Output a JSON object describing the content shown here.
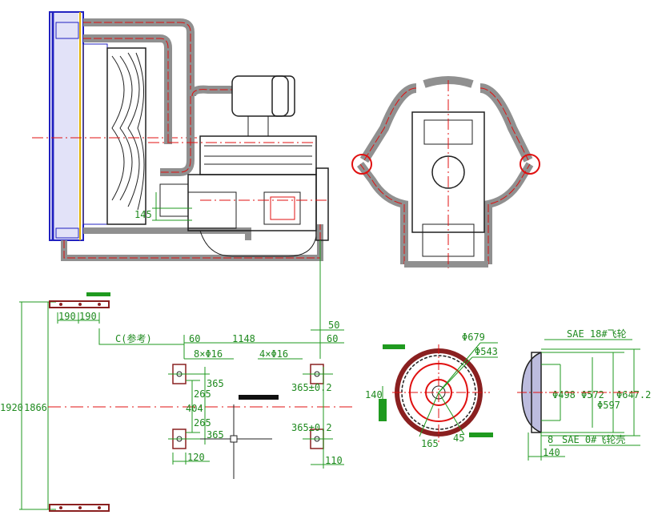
{
  "labels": {
    "dim_145": "145",
    "dim_50": "50",
    "dim_60_right": "60",
    "dim_190_a": "190",
    "dim_190_b": "190",
    "ref_c": "C(参考)",
    "dim_60": "60",
    "dim_1148": "1148",
    "holes_8": "8×Φ16",
    "holes_4": "4×Φ16",
    "dim_365_a": "365",
    "dim_265_a": "265",
    "dim_404": "404",
    "dim_265_b": "265",
    "dim_365_b": "365",
    "dim_120": "120",
    "dim_365_tol_a": "365±0.2",
    "dim_365_tol_b": "365±0.2",
    "dim_110": "110",
    "dim_1920": "1920",
    "dim_1866": "1866",
    "dia_679": "Φ679",
    "dia_543": "Φ543",
    "dim_140_left": "140",
    "dim_165": "165",
    "dim_45": "45",
    "sae_flywheel": "SAE 18#飞轮",
    "dia_498": "Φ498",
    "dia_572": "Φ572",
    "dia_647": "Φ647.2",
    "dia_597": "Φ597",
    "sae_housing": "SAE 0#飞轮壳",
    "dim_8": "8",
    "dim_140_right": "140"
  },
  "colors": {
    "dimension": "#1f8a1f",
    "centerline": "#e01010",
    "outline": "#202020",
    "radiator": "#2020c0",
    "accent": "#e0b000"
  }
}
